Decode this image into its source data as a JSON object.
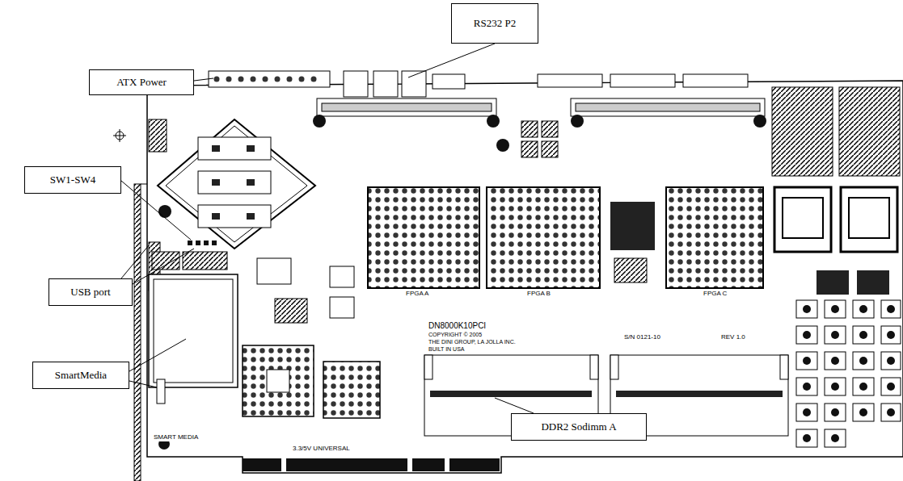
{
  "diagram": {
    "nodes": [
      {
        "text": [
          "RS232 P2"
        ]
      },
      {
        "text": [
          "ATX Power"
        ]
      },
      {
        "text": [
          "SW1-SW4"
        ]
      },
      {
        "text": [
          "USB port"
        ]
      },
      {
        "text": [
          "SmartMedia"
        ]
      },
      {
        "text": [
          "DDR2 Sodimm A"
        ]
      }
    ],
    "labels": [
      "DN8000K10PCI",
      "COPYRIGHT © 2005",
      "THE DINI GROUP, LA JOLLA INC.",
      "BUILT IN USA",
      "FPGA A",
      "FPGA B",
      "FPGA C",
      "S/N 0121-10",
      "REV 1.0",
      "SMART MEDIA",
      "3.3/5V UNIVERSAL"
    ]
  }
}
